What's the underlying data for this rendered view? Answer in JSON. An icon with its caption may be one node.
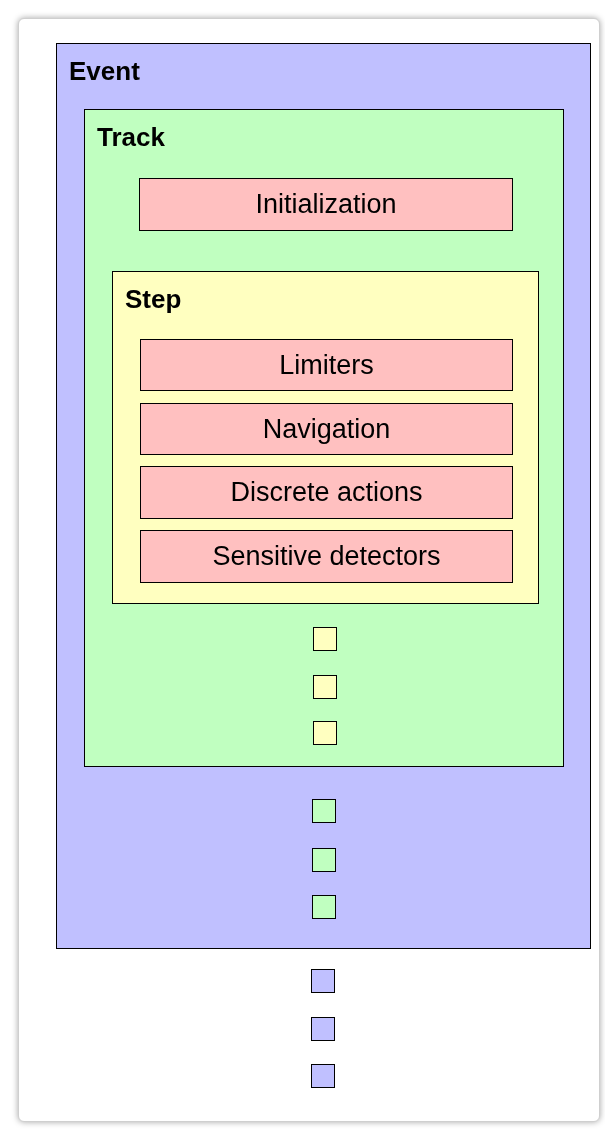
{
  "diagram": {
    "nodes": [
      {
        "text": [
          "Event"
        ]
      },
      {
        "text": [
          "Track"
        ],
        "in": 0
      },
      {
        "text": [
          "Initialization"
        ],
        "in": 1
      },
      {
        "text": [
          "Step"
        ],
        "in": 1
      },
      {
        "text": [
          "Limiters"
        ],
        "in": 3
      },
      {
        "text": [
          "Navigation"
        ],
        "in": 3
      },
      {
        "text": [
          "Discrete actions"
        ],
        "in": 3
      },
      {
        "text": [
          "Sensitive detectors"
        ],
        "in": 3
      },
      {
        "text": [],
        "shape": "box",
        "in": 1
      },
      {
        "text": [],
        "shape": "box",
        "in": 1
      },
      {
        "text": [],
        "shape": "box",
        "in": 1
      },
      {
        "text": [],
        "shape": "box",
        "in": 0
      },
      {
        "text": [],
        "shape": "box",
        "in": 0
      },
      {
        "text": [],
        "shape": "box",
        "in": 0
      },
      {
        "text": [],
        "shape": "box"
      },
      {
        "text": [],
        "shape": "box"
      },
      {
        "text": [],
        "shape": "box"
      }
    ]
  }
}
